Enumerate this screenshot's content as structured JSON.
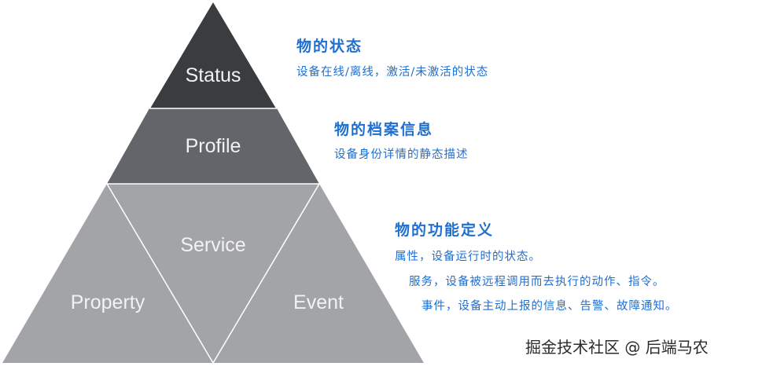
{
  "pyramid": {
    "status": "Status",
    "profile": "Profile",
    "service": "Service",
    "property": "Property",
    "event": "Event"
  },
  "notes": {
    "status": {
      "title": "物的状态",
      "desc": "设备在线/离线，激活/未激活的状态"
    },
    "profile": {
      "title": "物的档案信息",
      "desc": "设备身份详情的静态描述"
    },
    "capability": {
      "title": "物的功能定义",
      "line1": "属性，设备运行时的状态。",
      "line2": "服务，设备被远程调用而去执行的动作、指令。",
      "line3": "事件，设备主动上报的信息、告警、故障通知。"
    }
  },
  "watermark": "掘金技术社区 @ 后端马农",
  "colors": {
    "status": "#3a3d40",
    "profile": "#62666b",
    "lower": "#a2a4a7",
    "accent": "#1f6fd1"
  }
}
